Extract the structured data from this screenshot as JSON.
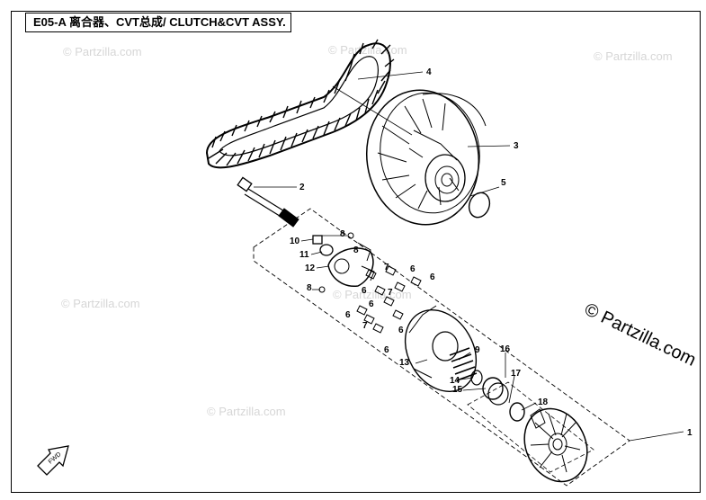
{
  "title": "E05-A 离合器、CVT总成/ CLUTCH&CVT ASSY.",
  "watermark": "© Partzilla.com",
  "callouts": [
    "1",
    "2",
    "3",
    "4",
    "5",
    "6",
    "7",
    "8",
    "9",
    "10",
    "11",
    "12",
    "13",
    "14",
    "15",
    "16",
    "17",
    "18"
  ],
  "colors": {
    "line": "#000000",
    "watermark": "#d6d6d6",
    "background": "#ffffff"
  },
  "icons": [
    "front-direction-arrow-icon"
  ]
}
